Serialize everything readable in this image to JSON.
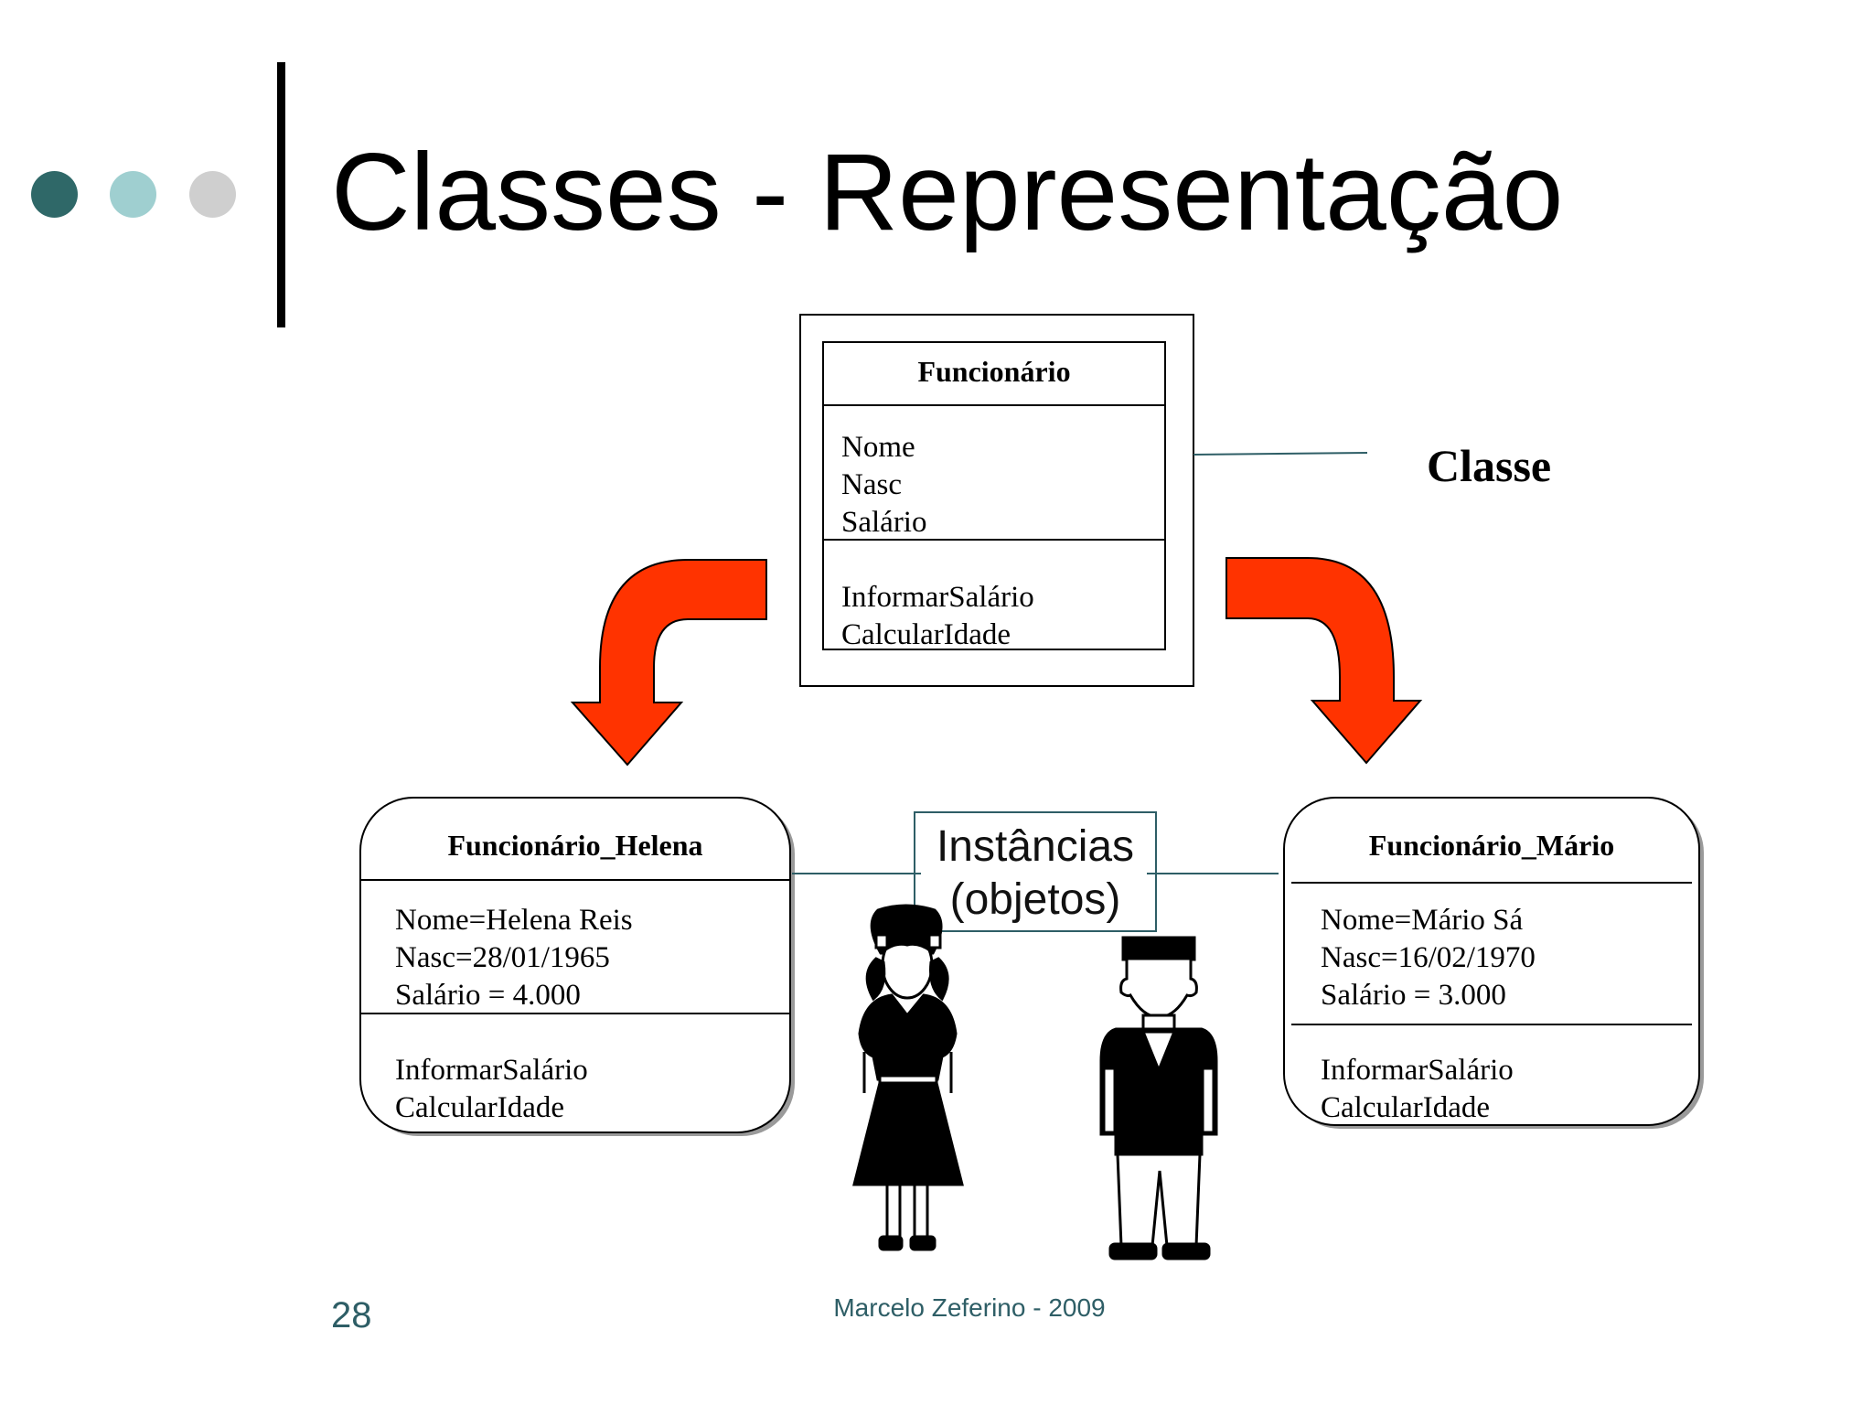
{
  "slide": {
    "title": "Classes - Representação",
    "page_number": "28",
    "footer": "Marcelo Zeferino - 2009",
    "colors": {
      "dot1": "#2f6868",
      "dot2": "#9fcfd0",
      "dot3": "#cfcfcf",
      "arrow": "#ff3300",
      "connector": "#2e5e66"
    }
  },
  "class_box": {
    "name": "Funcionário",
    "attributes": [
      "Nome",
      "Nasc",
      "Salário"
    ],
    "methods": [
      "InformarSalário",
      "CalcularIdade"
    ],
    "label": "Classe"
  },
  "instances_label": {
    "line1": "Instâncias",
    "line2": "(objetos)"
  },
  "objects": [
    {
      "name": "Funcionário_Helena",
      "attributes": [
        "Nome=Helena Reis",
        "Nasc=28/01/1965",
        "Salário = 4.000"
      ],
      "methods": [
        "InformarSalário",
        "CalcularIdade"
      ]
    },
    {
      "name": "Funcionário_Mário",
      "attributes": [
        "Nome=Mário Sá",
        "Nasc=16/02/1970",
        "Salário = 3.000"
      ],
      "methods": [
        "InformarSalário",
        "CalcularIdade"
      ]
    }
  ],
  "figures": [
    "girl-figure-icon",
    "boy-figure-icon"
  ]
}
